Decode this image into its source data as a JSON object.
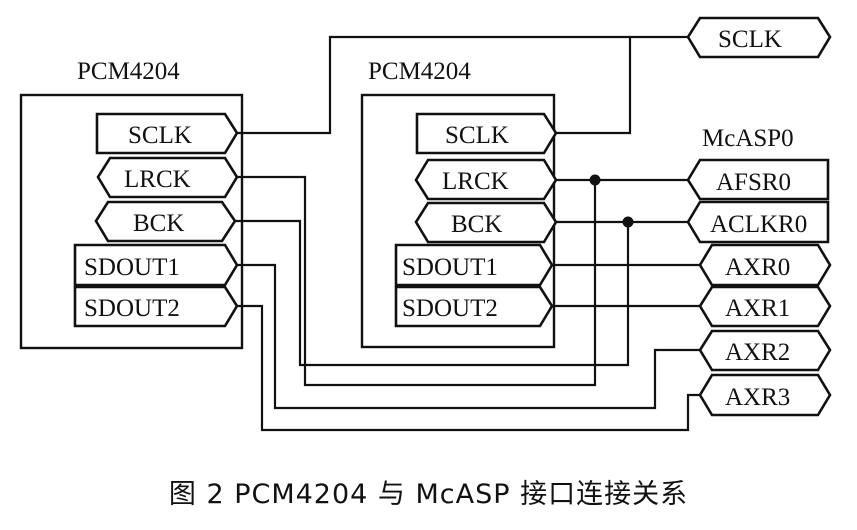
{
  "chips": [
    {
      "id": "chip1",
      "title": "PCM4204",
      "pins": [
        "SCLK",
        "LRCK",
        "BCK",
        "SDOUT1",
        "SDOUT2"
      ]
    },
    {
      "id": "chip2",
      "title": "PCM4204",
      "pins": [
        "SCLK",
        "LRCK",
        "BCK",
        "SDOUT1",
        "SDOUT2"
      ]
    }
  ],
  "sclk_port": "SCLK",
  "mcasp": {
    "title": "McASP0",
    "ports": [
      "AFSR0",
      "ACLKR0",
      "AXR0",
      "AXR1",
      "AXR2",
      "AXR3"
    ]
  },
  "caption": "图 2   PCM4204 与 McASP 接口连接关系"
}
